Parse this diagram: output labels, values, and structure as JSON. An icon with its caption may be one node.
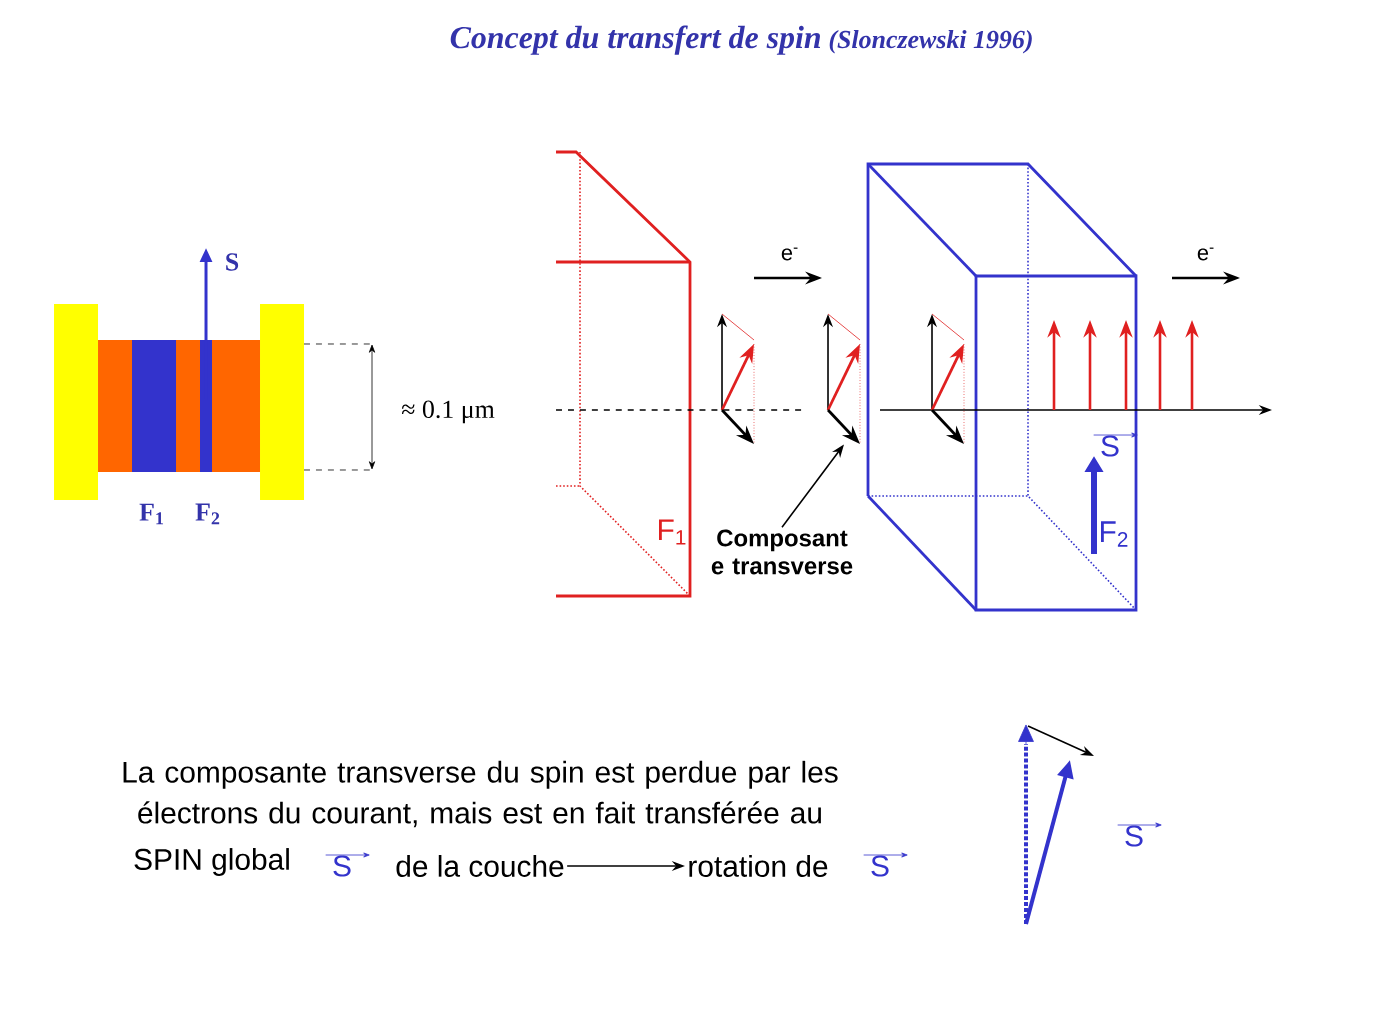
{
  "diagram": {
    "title": "Concept du transfert de spin",
    "nodes": [
      {
        "text": [
          "Composant e transverse"
        ]
      },
      {
        "text": [
          "de la couche"
        ]
      },
      {
        "text": [
          "rotation de"
        ]
      },
      {
        "text": [],
        "shape": "arrow"
      }
    ],
    "edges": [
      {
        "from": 0,
        "to": 3,
        "arrow": "to"
      },
      {
        "from": 1,
        "to": 2,
        "arrow": "to"
      }
    ],
    "labels": [
      "(Slonczewski 1996)",
      "S",
      "≈ 0.1 μm",
      "F$_{1}$",
      "F$_{2}$",
      "e$^{-}$",
      "e$^{-}$",
      "S",
      "F$_{1}$",
      "F$_{2}$",
      "La composante transverse du spin est perdue par les électrons du courant, mais est en fait transférée au",
      "SPIN global",
      "S",
      "S",
      "S"
    ]
  }
}
